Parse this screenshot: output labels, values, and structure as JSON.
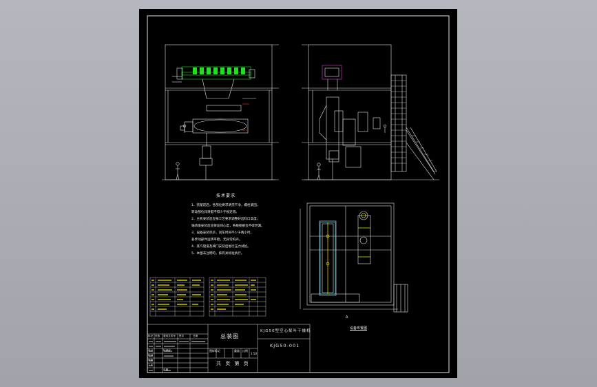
{
  "title_block": {
    "drawing_title": "总装图",
    "machine_name": "KJG50型空心桨叶干燥机",
    "drawing_number": "KJG50-001",
    "sheet_info": "共  页  第  页",
    "scale_ratio": "1:50",
    "cell_labels": [
      "标记",
      "处数",
      "更改文件号",
      "签字",
      "日期",
      "设计",
      "标准化",
      "校对",
      "审核",
      "工艺",
      "日期"
    ],
    "stage_labels": [
      "图样标记",
      "重量",
      "比例"
    ]
  },
  "technical_requirements": {
    "heading": "技术要求",
    "lines": [
      "1、装配前后，各部位要求清洗干净，螺栓紧固，",
      "    转动部位润滑脂不得少于规定值。",
      "2、主机安装后应按工艺要求调整好出料口高度。",
      "    轴承座安装后应保证同心度，各联接部位不得泄漏。",
      "3、设备安装完毕，试车时间不少于两小时。",
      "    各传动部件运转平稳，无异常响声。",
      "4、蒸汽管道及阀门安装后进行压力试验。",
      "5、本图未注明的，按有关标准执行。"
    ]
  },
  "views": {
    "plan_view_label": "设备布置图",
    "section_mark": "A"
  },
  "colors": {
    "sheet_bg": "#000000",
    "line": "#e6e6e6",
    "green": "#22dd22",
    "yellow": "#f5e600",
    "magenta": "#e040e0",
    "red": "#ff3030",
    "cyan": "#40e0ff"
  }
}
